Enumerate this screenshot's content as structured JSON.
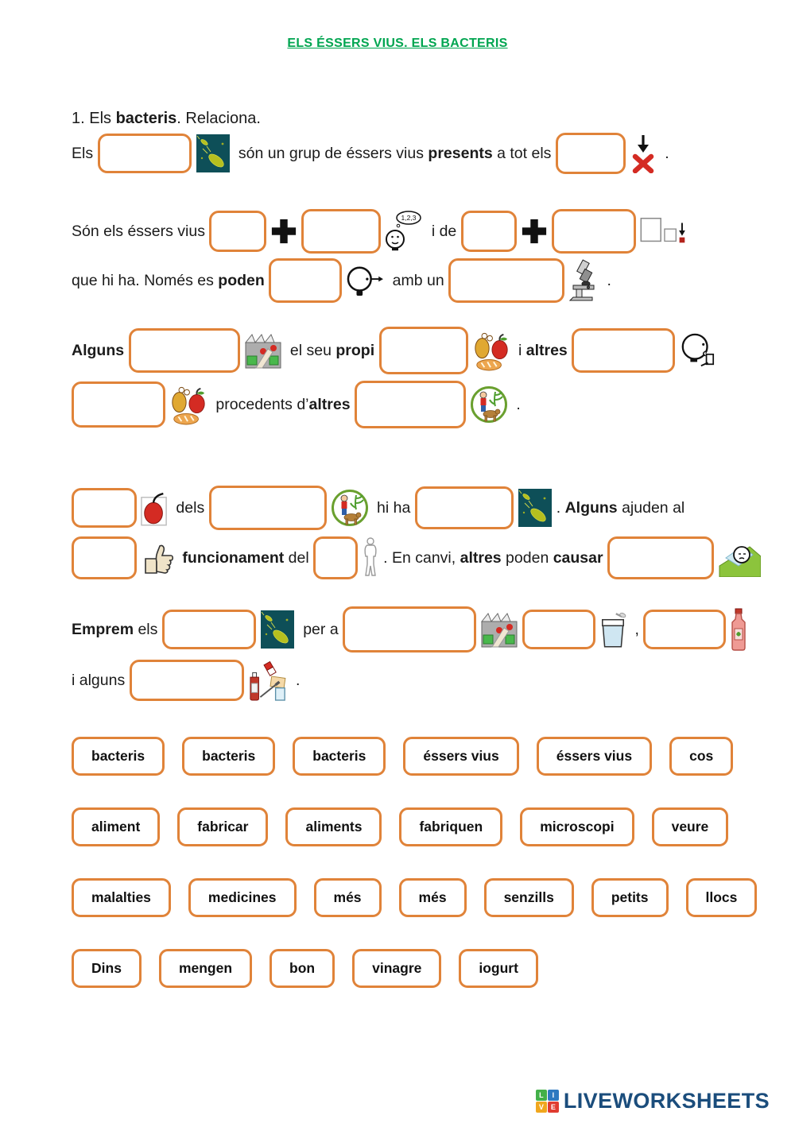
{
  "header": {
    "title": "ELS ÉSSERS VIUS. ELS BACTERIS"
  },
  "colors": {
    "accent_orange": "#e08339",
    "title_green": "#00a550",
    "brand_navy": "#1b4d7c",
    "bacteria_bg": "#0e4f58"
  },
  "exercise": {
    "lines": [
      {
        "name": "exercise-instruction",
        "tokens": [
          {
            "text": "1. Els "
          },
          {
            "text": "bacteris",
            "bold": true
          },
          {
            "text": ". Relaciona."
          }
        ]
      },
      {
        "name": "exercise-line-1",
        "tokens": [
          {
            "text": "Els "
          },
          {
            "blank": {
              "w": 118,
              "h": 50
            }
          },
          {
            "icon": "bacteria-icon"
          },
          {
            "text": " són un grup de éssers vius "
          },
          {
            "text": "presents",
            "bold": true
          },
          {
            "text": " a tot els "
          },
          {
            "blank": {
              "w": 88,
              "h": 52
            }
          },
          {
            "icon": "places-x-icon"
          },
          {
            "text": " ."
          }
        ]
      },
      {
        "name": "exercise-line-2",
        "tokens": [
          {
            "text": "Són els éssers vius "
          },
          {
            "blank": {
              "w": 72,
              "h": 52
            }
          },
          {
            "icon": "plus-icon"
          },
          {
            "blank": {
              "w": 100,
              "h": 56
            }
          },
          {
            "icon": "counting-face-icon"
          },
          {
            "text": " i de "
          },
          {
            "blank": {
              "w": 70,
              "h": 52
            }
          },
          {
            "icon": "plus-icon"
          },
          {
            "blank": {
              "w": 106,
              "h": 56
            }
          },
          {
            "icon": "size-squares-icon"
          }
        ]
      },
      {
        "name": "exercise-line-3",
        "tokens": [
          {
            "text": "que hi ha. Només es "
          },
          {
            "text": "poden",
            "bold": true
          },
          {
            "text": " "
          },
          {
            "blank": {
              "w": 92,
              "h": 56
            }
          },
          {
            "icon": "see-icon"
          },
          {
            "text": " amb un "
          },
          {
            "blank": {
              "w": 146,
              "h": 56
            }
          },
          {
            "icon": "microscope-icon"
          },
          {
            "text": " ."
          }
        ]
      },
      {
        "name": "exercise-line-4",
        "tokens": [
          {
            "text": "Alguns",
            "bold": true
          },
          {
            "text": " "
          },
          {
            "blank": {
              "w": 140,
              "h": 56
            }
          },
          {
            "icon": "factory-icon"
          },
          {
            "text": " el seu "
          },
          {
            "text": "propi",
            "bold": true
          },
          {
            "text": " "
          },
          {
            "blank": {
              "w": 112,
              "h": 60
            }
          },
          {
            "icon": "food-icon"
          },
          {
            "text": " i "
          },
          {
            "text": "altres",
            "bold": true
          },
          {
            "text": " "
          },
          {
            "blank": {
              "w": 130,
              "h": 56
            }
          },
          {
            "icon": "eat-drink-icon"
          }
        ]
      },
      {
        "name": "exercise-line-5",
        "tokens": [
          {
            "blank": {
              "w": 118,
              "h": 58
            }
          },
          {
            "icon": "food-icon"
          },
          {
            "text": " procedents d’"
          },
          {
            "text": "altres",
            "bold": true
          },
          {
            "text": " "
          },
          {
            "blank": {
              "w": 140,
              "h": 60
            }
          },
          {
            "icon": "nature-icon"
          },
          {
            "text": " ."
          }
        ]
      },
      {
        "name": "exercise-line-6",
        "tokens": [
          {
            "blank": {
              "w": 82,
              "h": 50
            }
          },
          {
            "icon": "fruit-icon"
          },
          {
            "text": " dels "
          },
          {
            "blank": {
              "w": 148,
              "h": 56
            }
          },
          {
            "icon": "nature-icon"
          },
          {
            "text": " hi ha "
          },
          {
            "blank": {
              "w": 124,
              "h": 54
            }
          },
          {
            "icon": "bacteria-icon"
          },
          {
            "text": ". "
          },
          {
            "text": "Alguns",
            "bold": true
          },
          {
            "text": " ajuden al"
          }
        ]
      },
      {
        "name": "exercise-line-7",
        "tokens": [
          {
            "blank": {
              "w": 82,
              "h": 54
            }
          },
          {
            "icon": "thumbs-up-icon"
          },
          {
            "text": " "
          },
          {
            "text": "funcionament",
            "bold": true
          },
          {
            "text": " del "
          },
          {
            "blank": {
              "w": 56,
              "h": 54
            }
          },
          {
            "icon": "human-body-icon"
          },
          {
            "text": ". En canvi, "
          },
          {
            "text": "altres",
            "bold": true
          },
          {
            "text": " poden "
          },
          {
            "text": "causar",
            "bold": true
          },
          {
            "text": " "
          },
          {
            "blank": {
              "w": 134,
              "h": 54
            }
          },
          {
            "icon": "sick-person-icon"
          }
        ]
      },
      {
        "name": "exercise-line-8",
        "tokens": [
          {
            "text": "Emprem",
            "bold": true
          },
          {
            "text": " els "
          },
          {
            "blank": {
              "w": 118,
              "h": 50
            }
          },
          {
            "icon": "bacteria-icon"
          },
          {
            "text": " per a "
          },
          {
            "blank": {
              "w": 168,
              "h": 58
            }
          },
          {
            "icon": "factory-icon"
          },
          {
            "blank": {
              "w": 92,
              "h": 50
            }
          },
          {
            "icon": "yogurt-icon"
          },
          {
            "text": " , "
          },
          {
            "blank": {
              "w": 104,
              "h": 50
            }
          },
          {
            "icon": "vinegar-icon"
          }
        ]
      },
      {
        "name": "exercise-line-9",
        "tokens": [
          {
            "text": "i alguns "
          },
          {
            "blank": {
              "w": 144,
              "h": 52
            }
          },
          {
            "icon": "medicines-icon"
          },
          {
            "text": " ."
          }
        ]
      }
    ]
  },
  "word_bank": {
    "rows": [
      [
        "bacteris",
        "bacteris",
        "bacteris",
        "éssers vius",
        "éssers vius",
        "cos"
      ],
      [
        "aliment",
        "fabricar",
        "aliments",
        "fabriquen",
        "microscopi",
        "veure"
      ],
      [
        "malalties",
        "medicines",
        "més",
        "més",
        "senzills",
        "petits",
        "llocs"
      ],
      [
        "Dins",
        "mengen",
        "bon",
        "vinagre",
        "iogurt"
      ]
    ]
  },
  "footer": {
    "brand": "LIVEWORKSHEETS",
    "tiles": [
      {
        "ch": "L",
        "color": "#43b049"
      },
      {
        "ch": "I",
        "color": "#2e79c0"
      },
      {
        "ch": "V",
        "color": "#f0a71e"
      },
      {
        "ch": "E",
        "color": "#e03c31"
      }
    ]
  }
}
